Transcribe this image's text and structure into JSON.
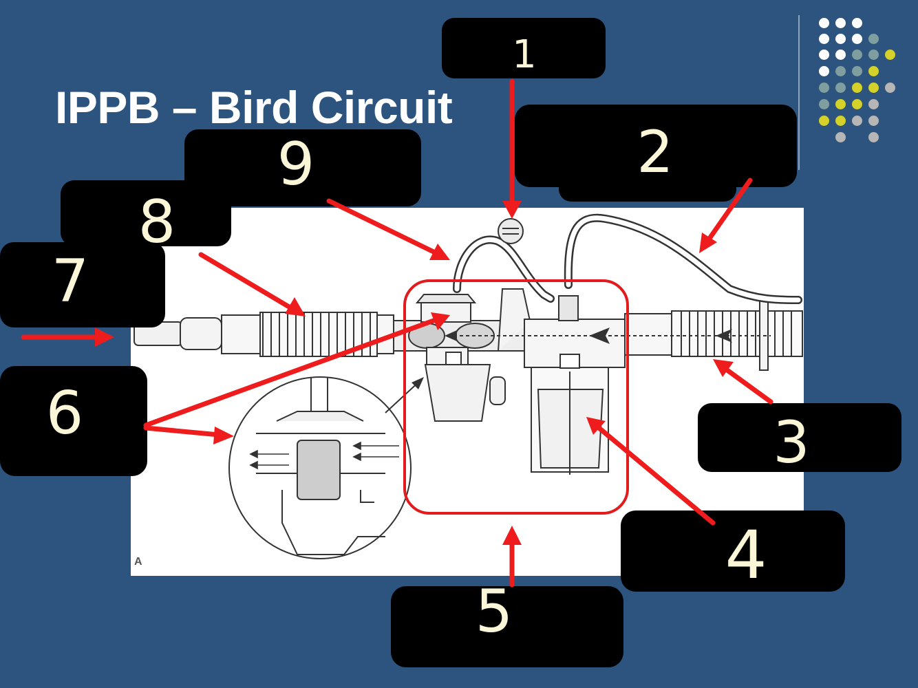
{
  "slide": {
    "title": "IPPB – Bird Circuit",
    "background_color": "#2d547f"
  },
  "figure": {
    "panel_letter": "A"
  },
  "labels": [
    "1",
    "2",
    "3",
    "4",
    "5",
    "6",
    "7",
    "8",
    "9"
  ],
  "colors": {
    "arrow": "#ee1c1c",
    "highlight_box": "#e21c1c",
    "redaction": "#000000",
    "label_text": "#fbf6d8"
  },
  "decor_dots": {
    "colors": [
      "#ffffff",
      "#7f9ea0",
      "#d4d12a",
      "#b6b6b6"
    ]
  }
}
